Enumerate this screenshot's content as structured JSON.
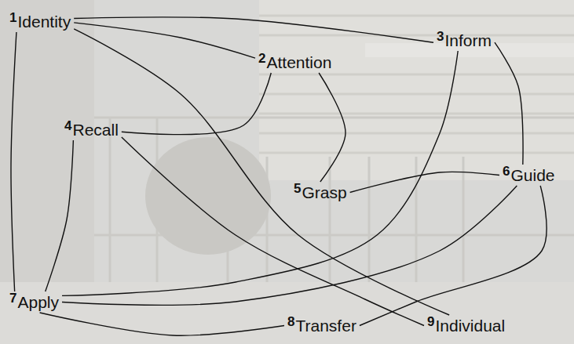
{
  "diagram": {
    "nodes": [
      {
        "text": [
          "1",
          "Identity"
        ]
      },
      {
        "text": [
          "2",
          "Attention"
        ]
      },
      {
        "text": [
          "3",
          "Inform"
        ]
      },
      {
        "text": [
          "4",
          "Recall"
        ]
      },
      {
        "text": [
          "5",
          "Grasp"
        ]
      },
      {
        "text": [
          "6",
          "Guide"
        ]
      },
      {
        "text": [
          "7",
          "Apply"
        ]
      },
      {
        "text": [
          "8",
          "Transfer"
        ]
      },
      {
        "text": [
          "9",
          "Individual"
        ]
      }
    ],
    "edges": [
      {
        "from": 0,
        "to": 2,
        "arrow": "none"
      },
      {
        "from": 0,
        "to": 1,
        "arrow": "none"
      },
      {
        "from": 0,
        "to": 8,
        "arrow": "none"
      },
      {
        "from": 0,
        "to": 6,
        "arrow": "none"
      },
      {
        "from": 1,
        "to": 3,
        "arrow": "none"
      },
      {
        "from": 1,
        "to": 4,
        "arrow": "none"
      },
      {
        "from": 2,
        "to": 5,
        "arrow": "none"
      },
      {
        "from": 2,
        "to": 6,
        "arrow": "none"
      },
      {
        "from": 4,
        "to": 5,
        "arrow": "none"
      },
      {
        "from": 5,
        "to": 6,
        "arrow": "none"
      },
      {
        "from": 5,
        "to": 7,
        "arrow": "none"
      },
      {
        "from": 3,
        "to": 6,
        "arrow": "none"
      },
      {
        "from": 3,
        "to": 8,
        "arrow": "none"
      },
      {
        "from": 6,
        "to": 7,
        "arrow": "none"
      }
    ]
  }
}
